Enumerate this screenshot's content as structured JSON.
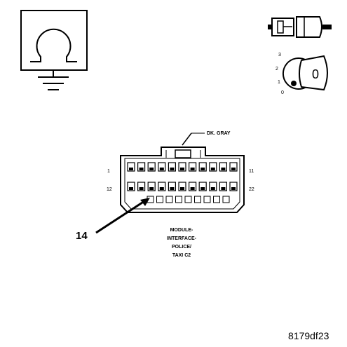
{
  "symbols": {
    "ground_ohm_symbol": "ohmmeter-ground-icon",
    "connector_icon": "connector-plug-icon",
    "ignition_icon": "ignition-switch-icon"
  },
  "ignition": {
    "positions": [
      "3",
      "2",
      "1",
      "0"
    ],
    "key_label": "0"
  },
  "connector": {
    "wire_color_label": "DK. GRAY",
    "pin_left_top": "1",
    "pin_left_bottom": "12",
    "pin_right_top": "11",
    "pin_right_bottom": "22",
    "name_lines": [
      "MODULE-",
      "INTERFACE-",
      "POLICE/",
      "TAXI C2"
    ]
  },
  "callout": {
    "pin_number": "14"
  },
  "figure_id": "8179df23"
}
